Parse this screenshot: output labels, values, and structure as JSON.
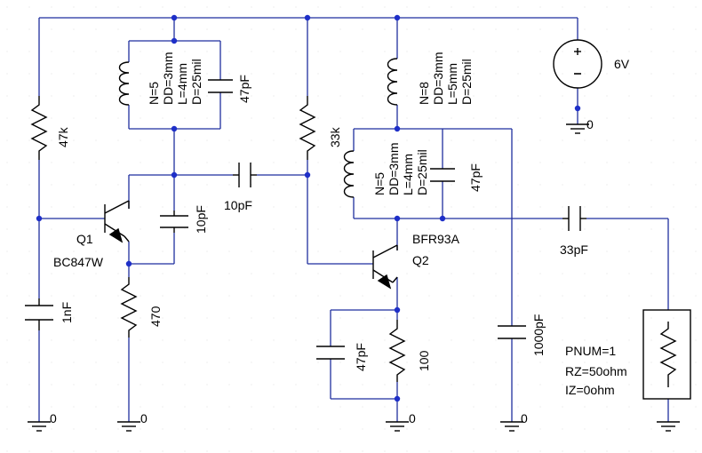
{
  "labels": {
    "r_47k": "47k",
    "r_33k": "33k",
    "r_470": "470",
    "r_100": "100",
    "c_1nF": "1nF",
    "c_10pF_q1": "10pF",
    "c_10pF_coupling": "10pF",
    "c_47pF_tank1": "47pF",
    "c_47pF_tank2": "47pF",
    "c_47pF_emitter": "47pF",
    "c_1000pF": "1000pF",
    "c_33pF": "33pF",
    "source_6v": "6V"
  },
  "inductors": {
    "tank1": {
      "n": "N=5",
      "dd": "DD=3mm",
      "l": "L=4mm",
      "d": "D=25mil"
    },
    "top_right": {
      "n": "N=8",
      "dd": "DD=3mm",
      "l": "L=5mm",
      "d": "D=25mil"
    },
    "tank2": {
      "n": "N=5",
      "dd": "DD=3mm",
      "l": "L=4mm",
      "d": "D=25mil"
    }
  },
  "transistors": {
    "q1": {
      "ref": "Q1",
      "part": "BC847W"
    },
    "q2": {
      "ref": "Q2",
      "part": "BFR93A"
    }
  },
  "port": {
    "pnum": "PNUM=1",
    "rz": "RZ=50ohm",
    "iz": "IZ=0ohm"
  },
  "grounds": [
    {
      "label": "0"
    },
    {
      "label": "0"
    },
    {
      "label": "0"
    },
    {
      "label": "0"
    },
    {
      "label": "0"
    }
  ],
  "colors": {
    "wire": "#1f2f9f",
    "junction": "#1e2fc8",
    "component": "#000000",
    "background": "#ffffff"
  }
}
